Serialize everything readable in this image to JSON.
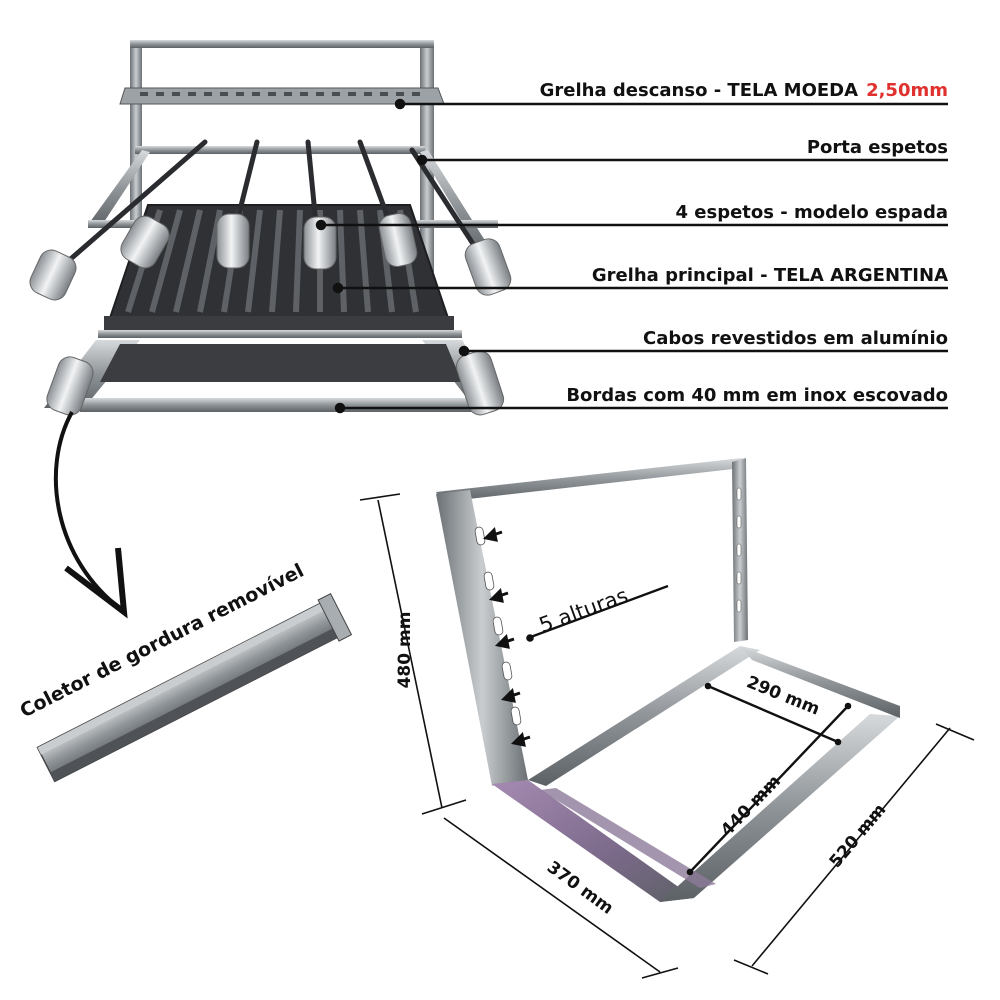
{
  "callouts": [
    {
      "text": "Grelha descanso - TELA MOEDA",
      "highlight": "2,50mm"
    },
    {
      "text": "Porta espetos"
    },
    {
      "text": "4 espetos - modelo espada"
    },
    {
      "text": "Grelha principal - TELA ARGENTINA"
    },
    {
      "text": "Cabos revestidos em alumínio"
    },
    {
      "text": "Bordas com 40 mm em inox escovado"
    }
  ],
  "fat_collector_label": "Coletor de gordura removível",
  "heights_label": "5 alturas",
  "dimensions": {
    "height": "480 mm",
    "depth_left": "370 mm",
    "depth_right": "520 mm",
    "inner_width": "290 mm",
    "inner_depth": "440 mm"
  },
  "colors": {
    "highlight": "#e0312e",
    "steel": "#8f9498",
    "grate": "#2b2d30"
  }
}
